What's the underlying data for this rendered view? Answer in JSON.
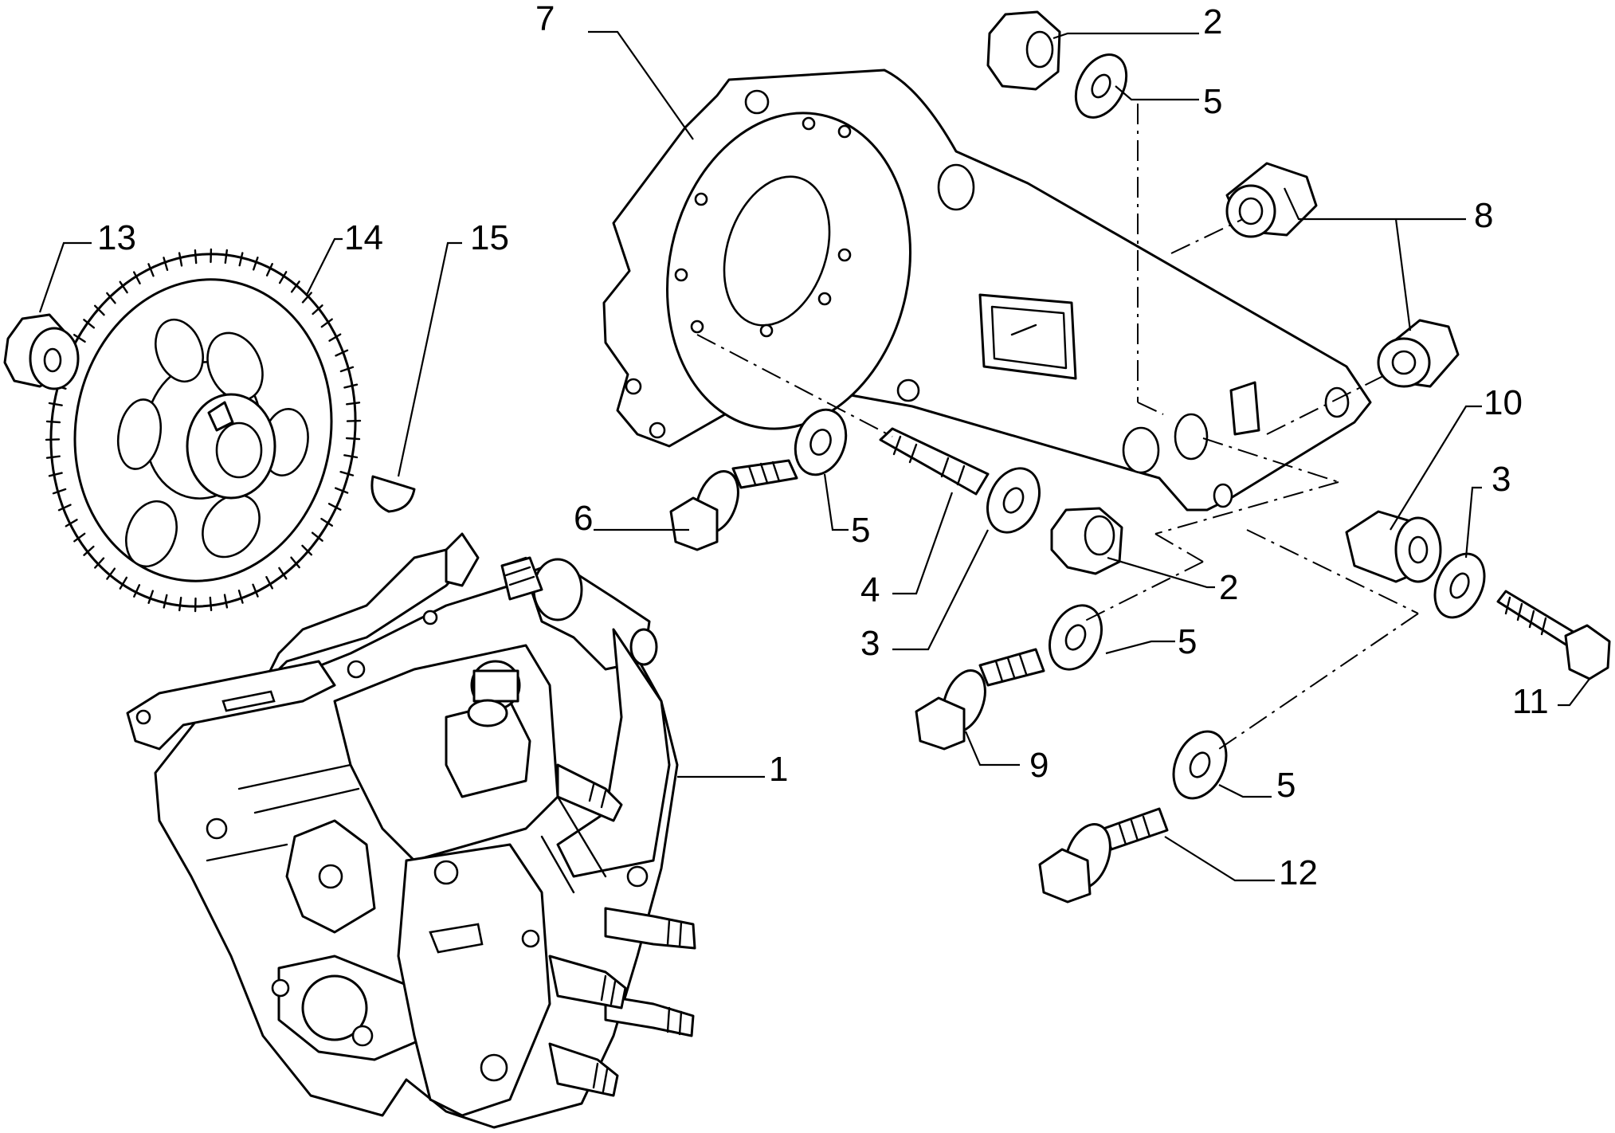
{
  "callouts": {
    "c1": "1",
    "c2a": "2",
    "c2b": "2",
    "c3a": "3",
    "c3b": "3",
    "c4": "4",
    "c5a": "5",
    "c5b": "5",
    "c5c": "5",
    "c5d": "5",
    "c6": "6",
    "c7": "7",
    "c8": "8",
    "c9": "9",
    "c10": "10",
    "c11": "11",
    "c12": "12",
    "c13": "13",
    "c14": "14",
    "c15": "15"
  }
}
